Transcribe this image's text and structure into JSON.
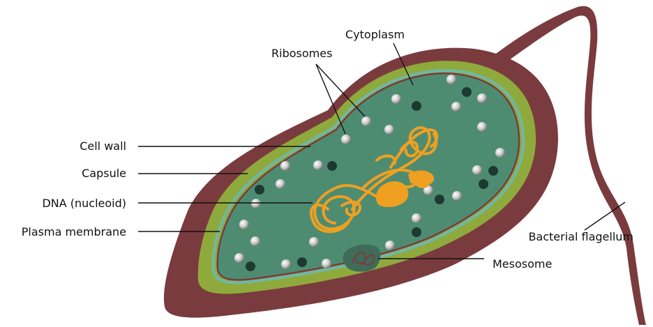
{
  "diagram": {
    "labels": {
      "ribosomes": "Ribosomes",
      "cytoplasm": "Cytoplasm",
      "cell_wall": "Cell wall",
      "capsule": "Capsule",
      "dna": "DNA (nucleoid)",
      "plasma_membrane": "Plasma membrane",
      "flagellum": "Bacterial flagellum",
      "mesosome": "Mesosome"
    },
    "colors": {
      "capsule": "#7a3b3e",
      "cell_wall": "#8faa3c",
      "plasma_membrane_outer": "#6fb7a8",
      "plasma_membrane": "#7a3b3e",
      "cytoplasm": "#4e8c72",
      "dna": "#f0a020",
      "ribosome_light": "#d8d8d8",
      "ribosome_dark": "#1d3a32",
      "mesosome": "#3f6b59",
      "mesosome_loop": "#7a3b3e",
      "flagellum": "#7a3b3e"
    }
  }
}
